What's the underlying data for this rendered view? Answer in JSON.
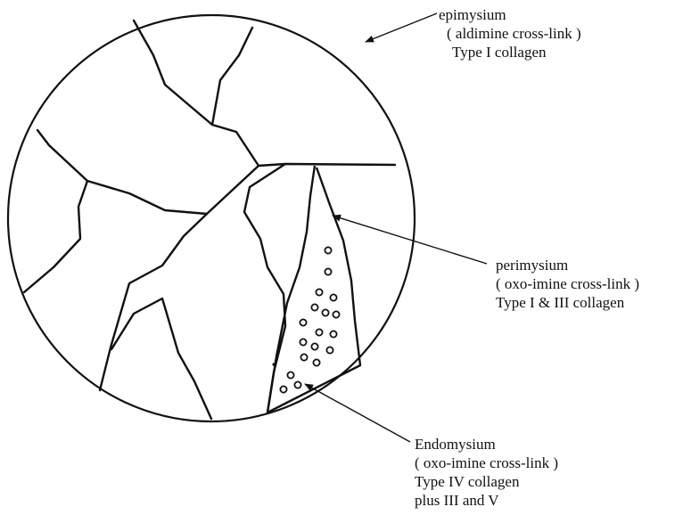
{
  "labels": {
    "epimysium": {
      "title": "epimysium",
      "crosslink": "( aldimine cross-link )",
      "collagen": "Type I collagen"
    },
    "perimysium": {
      "title": "perimysium",
      "crosslink": "( oxo-imine cross-link )",
      "collagen": "Type I & III collagen"
    },
    "endomysium": {
      "title": "Endomysium",
      "crosslink": "( oxo-imine cross-link )",
      "collagen": "Type IV collagen",
      "extra": "plus III and V"
    }
  },
  "colors": {
    "ink": "#111111",
    "background": "#ffffff"
  }
}
